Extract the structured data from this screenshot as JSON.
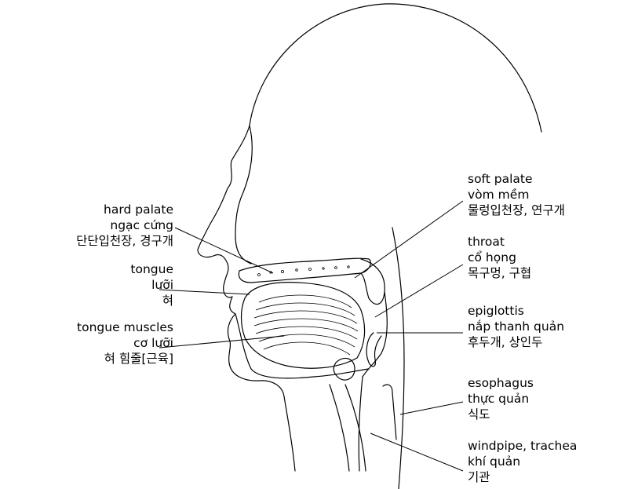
{
  "labels": {
    "hard_palate": {
      "en": "hard palate",
      "vi": "ngạc cứng",
      "ko": "단단입천장, 경구개"
    },
    "tongue": {
      "en": "tongue",
      "vi": "lưỡi",
      "ko": "혀"
    },
    "tongue_muscles": {
      "en": "tongue muscles",
      "vi": "cơ lưỡi",
      "ko": "혀 힘줄[근육]"
    },
    "soft_palate": {
      "en": "soft palate",
      "vi": "vòm mềm",
      "ko": "물렁입천장, 연구개"
    },
    "throat": {
      "en": "throat",
      "vi": "cổ họng",
      "ko": "목구멍, 구협"
    },
    "epiglottis": {
      "en": "epiglottis",
      "vi": "nắp thanh quản",
      "ko": "후두개, 상인두"
    },
    "esophagus": {
      "en": "esophagus",
      "vi": "thực quản",
      "ko": "식도"
    },
    "windpipe": {
      "en": "windpipe, trachea",
      "vi": "khí quản",
      "ko": "기관"
    }
  }
}
